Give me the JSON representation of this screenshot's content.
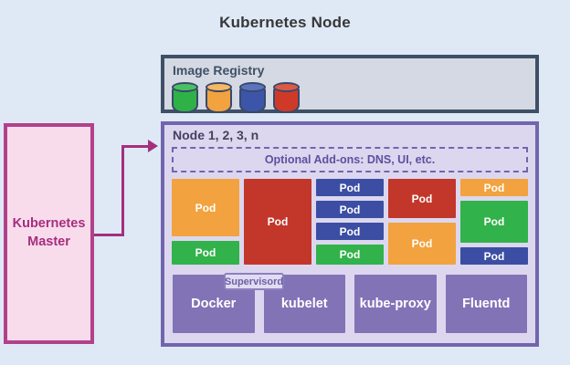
{
  "title": "Kubernetes Node",
  "colors": {
    "background": "#dfe9f6",
    "orange": "#f2a23e",
    "red": "#c2372a",
    "green": "#32b24a",
    "blue": "#3b4ea3",
    "service_purple": "#8273b7",
    "node_border": "#7166ad",
    "node_bg": "#dcd7ef",
    "registry_border": "#3f5066",
    "registry_bg": "#d4d9e3",
    "master_border": "#b2418a",
    "master_bg": "#f9dcec",
    "master_text": "#a52e7e"
  },
  "image_registry": {
    "label": "Image Registry",
    "cylinders": [
      {
        "name": "green-db-cylinder-icon",
        "color": "green"
      },
      {
        "name": "orange-db-cylinder-icon",
        "color": "orange"
      },
      {
        "name": "blue-db-cylinder-icon",
        "color": "blue"
      },
      {
        "name": "red-db-cylinder-icon",
        "color": "red"
      }
    ]
  },
  "master": {
    "label": "Kubernetes Master"
  },
  "node": {
    "label": "Node 1, 2, 3, n",
    "addons_label": "Optional Add-ons: DNS, UI, etc.",
    "pod_columns": [
      {
        "pods": [
          {
            "label": "Pod",
            "color": "orange"
          },
          {
            "label": "Pod",
            "color": "green"
          }
        ]
      },
      {
        "pods": [
          {
            "label": "Pod",
            "color": "red"
          }
        ]
      },
      {
        "pods": [
          {
            "label": "Pod",
            "color": "blue"
          },
          {
            "label": "Pod",
            "color": "blue"
          },
          {
            "label": "Pod",
            "color": "blue"
          },
          {
            "label": "Pod",
            "color": "green"
          }
        ]
      },
      {
        "pods": [
          {
            "label": "Pod",
            "color": "red"
          },
          {
            "label": "Pod",
            "color": "orange"
          }
        ]
      },
      {
        "pods": [
          {
            "label": "Pod",
            "color": "orange"
          },
          {
            "label": "Pod",
            "color": "green"
          },
          {
            "label": "Pod",
            "color": "blue"
          }
        ]
      }
    ],
    "supervisord_label": "Supervisord",
    "services": [
      {
        "label": "Docker"
      },
      {
        "label": "kubelet"
      },
      {
        "label": "kube-proxy"
      },
      {
        "label": "Fluentd"
      }
    ]
  }
}
